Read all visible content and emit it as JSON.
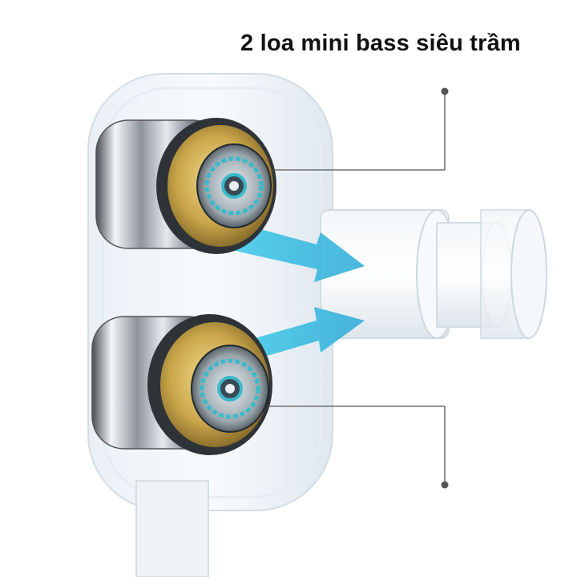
{
  "caption": "2 loa mini bass siêu trầm",
  "colors": {
    "background": "#ffffff",
    "arrow": "#4fd0ec",
    "gold": "#c9a64a",
    "teal": "#3bb9c9",
    "callout": "#555555"
  },
  "objects": [
    "earbud-shell",
    "upper-driver",
    "lower-driver",
    "sound-arrow-upper",
    "sound-arrow-lower",
    "nozzle"
  ]
}
